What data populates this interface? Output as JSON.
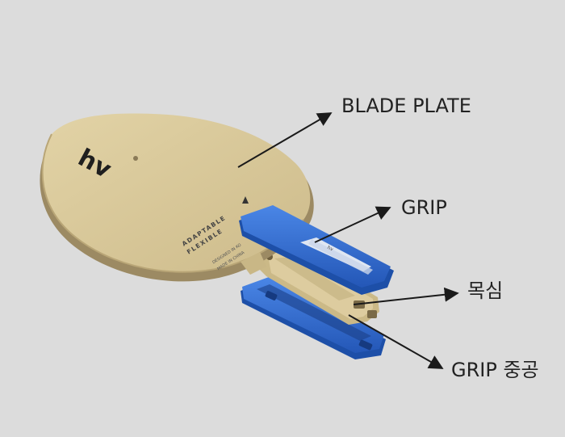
{
  "labels": {
    "blade_plate": "BLADE PLATE",
    "grip": "GRIP",
    "core": "목심",
    "grip_hollow": "GRIP 중공"
  },
  "blade_text": {
    "logo": "hv",
    "line1": "ADAPTABLE",
    "line2": "FLEXIBLE",
    "small1": "DESIGNED IN KO",
    "small2": "MADE IN CHINA"
  },
  "grip_text": "hv",
  "colors": {
    "background": "#dcdcdc",
    "blade_face": "#d9c99a",
    "blade_edge": "#9c8a63",
    "grip_blue": "#2f6fd3",
    "grip_blue_dark": "#1d4fa8",
    "core_wood": "#d8c79c",
    "arrow": "#1a1a1a",
    "label_text": "#222222"
  }
}
